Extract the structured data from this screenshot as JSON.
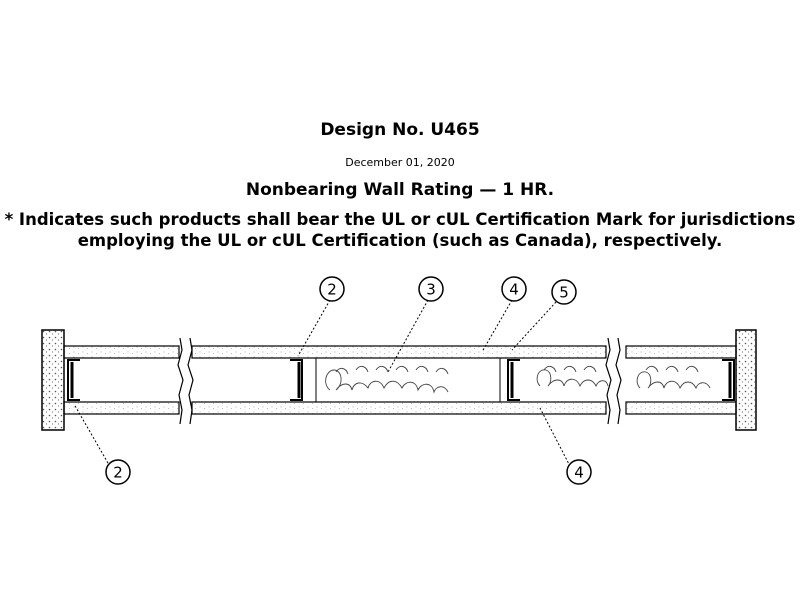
{
  "header": {
    "design_no": "Design No. U465",
    "date": "December 01, 2020",
    "rating": "Nonbearing Wall Rating — 1 HR.",
    "note": "* Indicates such products shall bear the UL or cUL Certification Mark for jurisdictions employing the UL or cUL Certification (such as Canada), respectively."
  },
  "diagram": {
    "callouts": [
      "2",
      "3",
      "4",
      "5",
      "2",
      "4"
    ]
  }
}
